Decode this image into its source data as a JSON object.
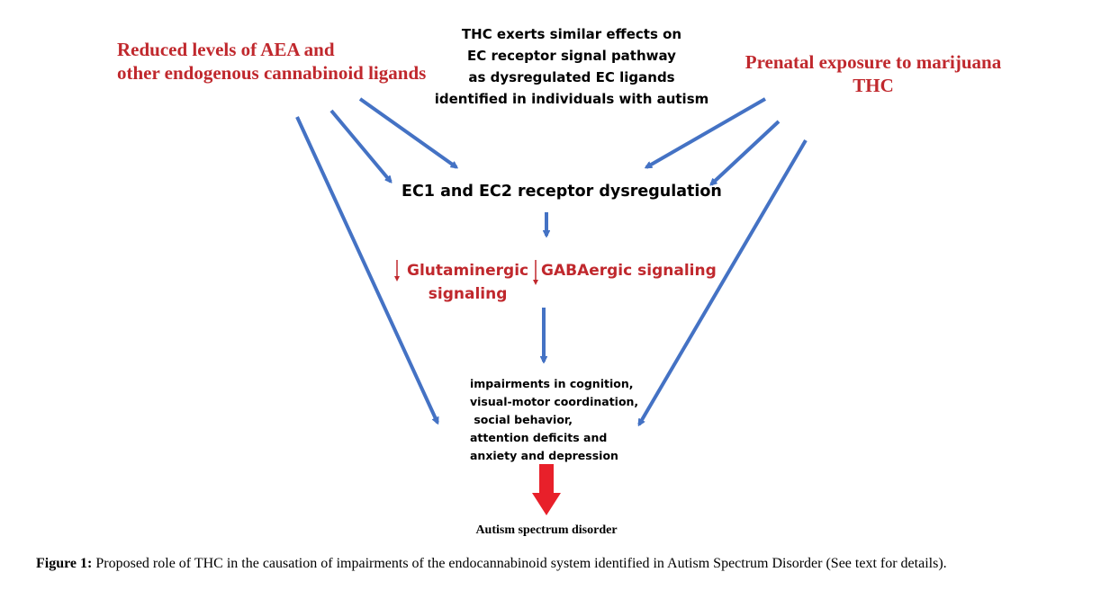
{
  "sources": {
    "left": [
      "Reduced levels of AEA and",
      "other endogenous cannabinoid ligands"
    ],
    "center": [
      "THC exerts similar effects on",
      "EC receptor signal pathway",
      "as dysregulated EC ligands",
      "identified in individuals with autism"
    ],
    "right": [
      "Prenatal exposure to marijuana",
      "THC"
    ]
  },
  "receptor": "EC1 and EC2 receptor dysregulation",
  "signaling": {
    "glutamate": [
      "Glutaminergic",
      "signaling"
    ],
    "gaba": "GABAergic signaling"
  },
  "impairments": [
    "impairments in cognition,",
    "visual-motor coordination,",
    " social behavior,",
    "attention deficits and",
    "anxiety and depression"
  ],
  "outcome": "Autism spectrum disorder",
  "caption": {
    "label": "Figure 1:",
    "text": " Proposed role of THC in the causation of impairments of the endocannabinoid system identified in Autism Spectrum Disorder (See text for details)."
  },
  "colors": {
    "arrow": "#4472C4",
    "red_text": "#C0282D",
    "outcome_arrow": "#E8202A"
  }
}
